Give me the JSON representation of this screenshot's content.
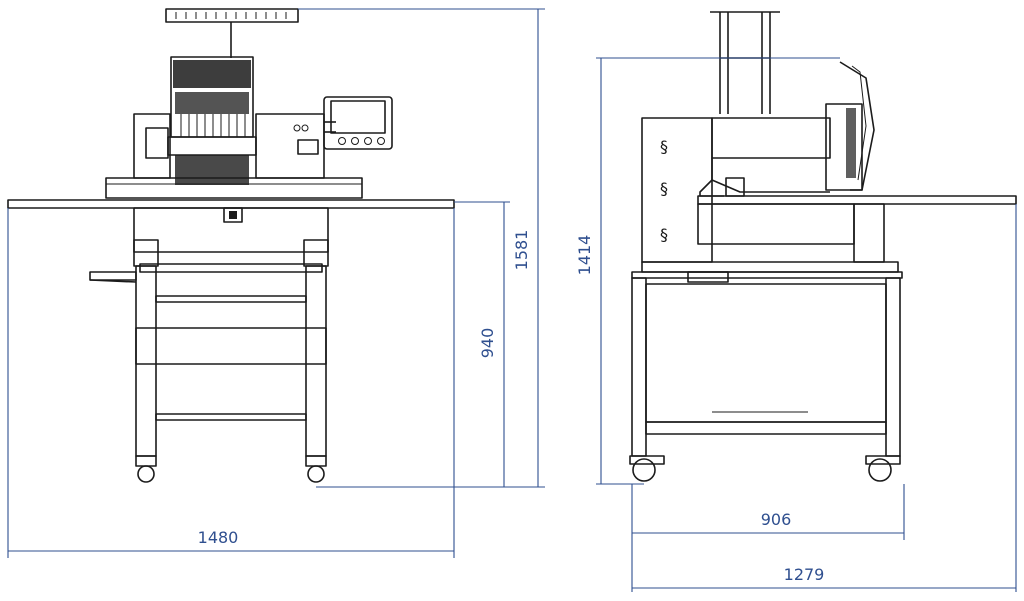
{
  "dimensions": {
    "front_width": "1480",
    "front_height_total": "1581",
    "front_table_height": "940",
    "side_height": "1414",
    "side_base_depth": "906",
    "side_total_depth": "1279"
  },
  "colors": {
    "drawing_lines": "#1b1b1b",
    "dimension_lines": "#2f4f8f",
    "background": "#ffffff"
  }
}
